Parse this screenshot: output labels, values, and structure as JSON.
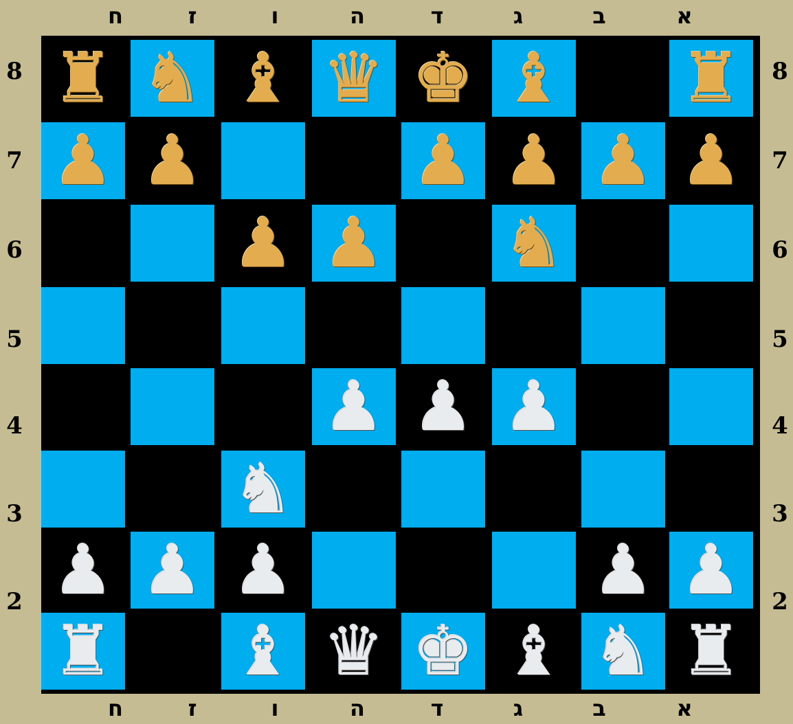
{
  "files_top": [
    "ח",
    "ז",
    "ו",
    "ה",
    "ד",
    "ג",
    "ב",
    "א"
  ],
  "files_bottom": [
    "ח",
    "ז",
    "ו",
    "ה",
    "ד",
    "ג",
    "ב",
    "א"
  ],
  "ranks": [
    "8",
    "7",
    "6",
    "5",
    "4",
    "3",
    "2"
  ],
  "colors": {
    "background": "#c6bc93",
    "light_square": "#00adef",
    "dark_square": "#000000",
    "gold_piece": "#e3ad4f",
    "silver_piece": "#e9ecef"
  },
  "board": [
    [
      "gold-rook",
      "gold-knight",
      "gold-bishop",
      "gold-queen",
      "gold-king",
      "gold-bishop",
      "",
      "gold-rook"
    ],
    [
      "gold-pawn",
      "gold-pawn",
      "",
      "",
      "gold-pawn",
      "gold-pawn",
      "gold-pawn",
      "gold-pawn"
    ],
    [
      "",
      "",
      "gold-pawn",
      "gold-pawn",
      "",
      "gold-knight",
      "",
      ""
    ],
    [
      "",
      "",
      "",
      "",
      "",
      "",
      "",
      ""
    ],
    [
      "",
      "",
      "",
      "silver-pawn",
      "silver-pawn",
      "silver-pawn",
      "",
      ""
    ],
    [
      "",
      "",
      "silver-knight",
      "",
      "",
      "",
      "",
      ""
    ],
    [
      "silver-pawn",
      "silver-pawn",
      "silver-pawn",
      "",
      "",
      "",
      "silver-pawn",
      "silver-pawn"
    ],
    [
      "silver-rook",
      "",
      "silver-bishop",
      "silver-queen",
      "silver-king",
      "silver-bishop",
      "silver-knight",
      "silver-rook"
    ]
  ],
  "light_pattern": [
    [
      0,
      1,
      0,
      1,
      0,
      1,
      0,
      1
    ],
    [
      1,
      0,
      1,
      0,
      1,
      0,
      1,
      0
    ],
    [
      0,
      1,
      0,
      1,
      0,
      1,
      0,
      1
    ],
    [
      1,
      0,
      1,
      0,
      1,
      0,
      1,
      0
    ],
    [
      0,
      1,
      0,
      1,
      0,
      1,
      0,
      1
    ],
    [
      1,
      0,
      1,
      0,
      1,
      0,
      1,
      0
    ],
    [
      0,
      1,
      0,
      1,
      0,
      1,
      0,
      1
    ],
    [
      1,
      0,
      1,
      0,
      1,
      0,
      1,
      0
    ]
  ]
}
